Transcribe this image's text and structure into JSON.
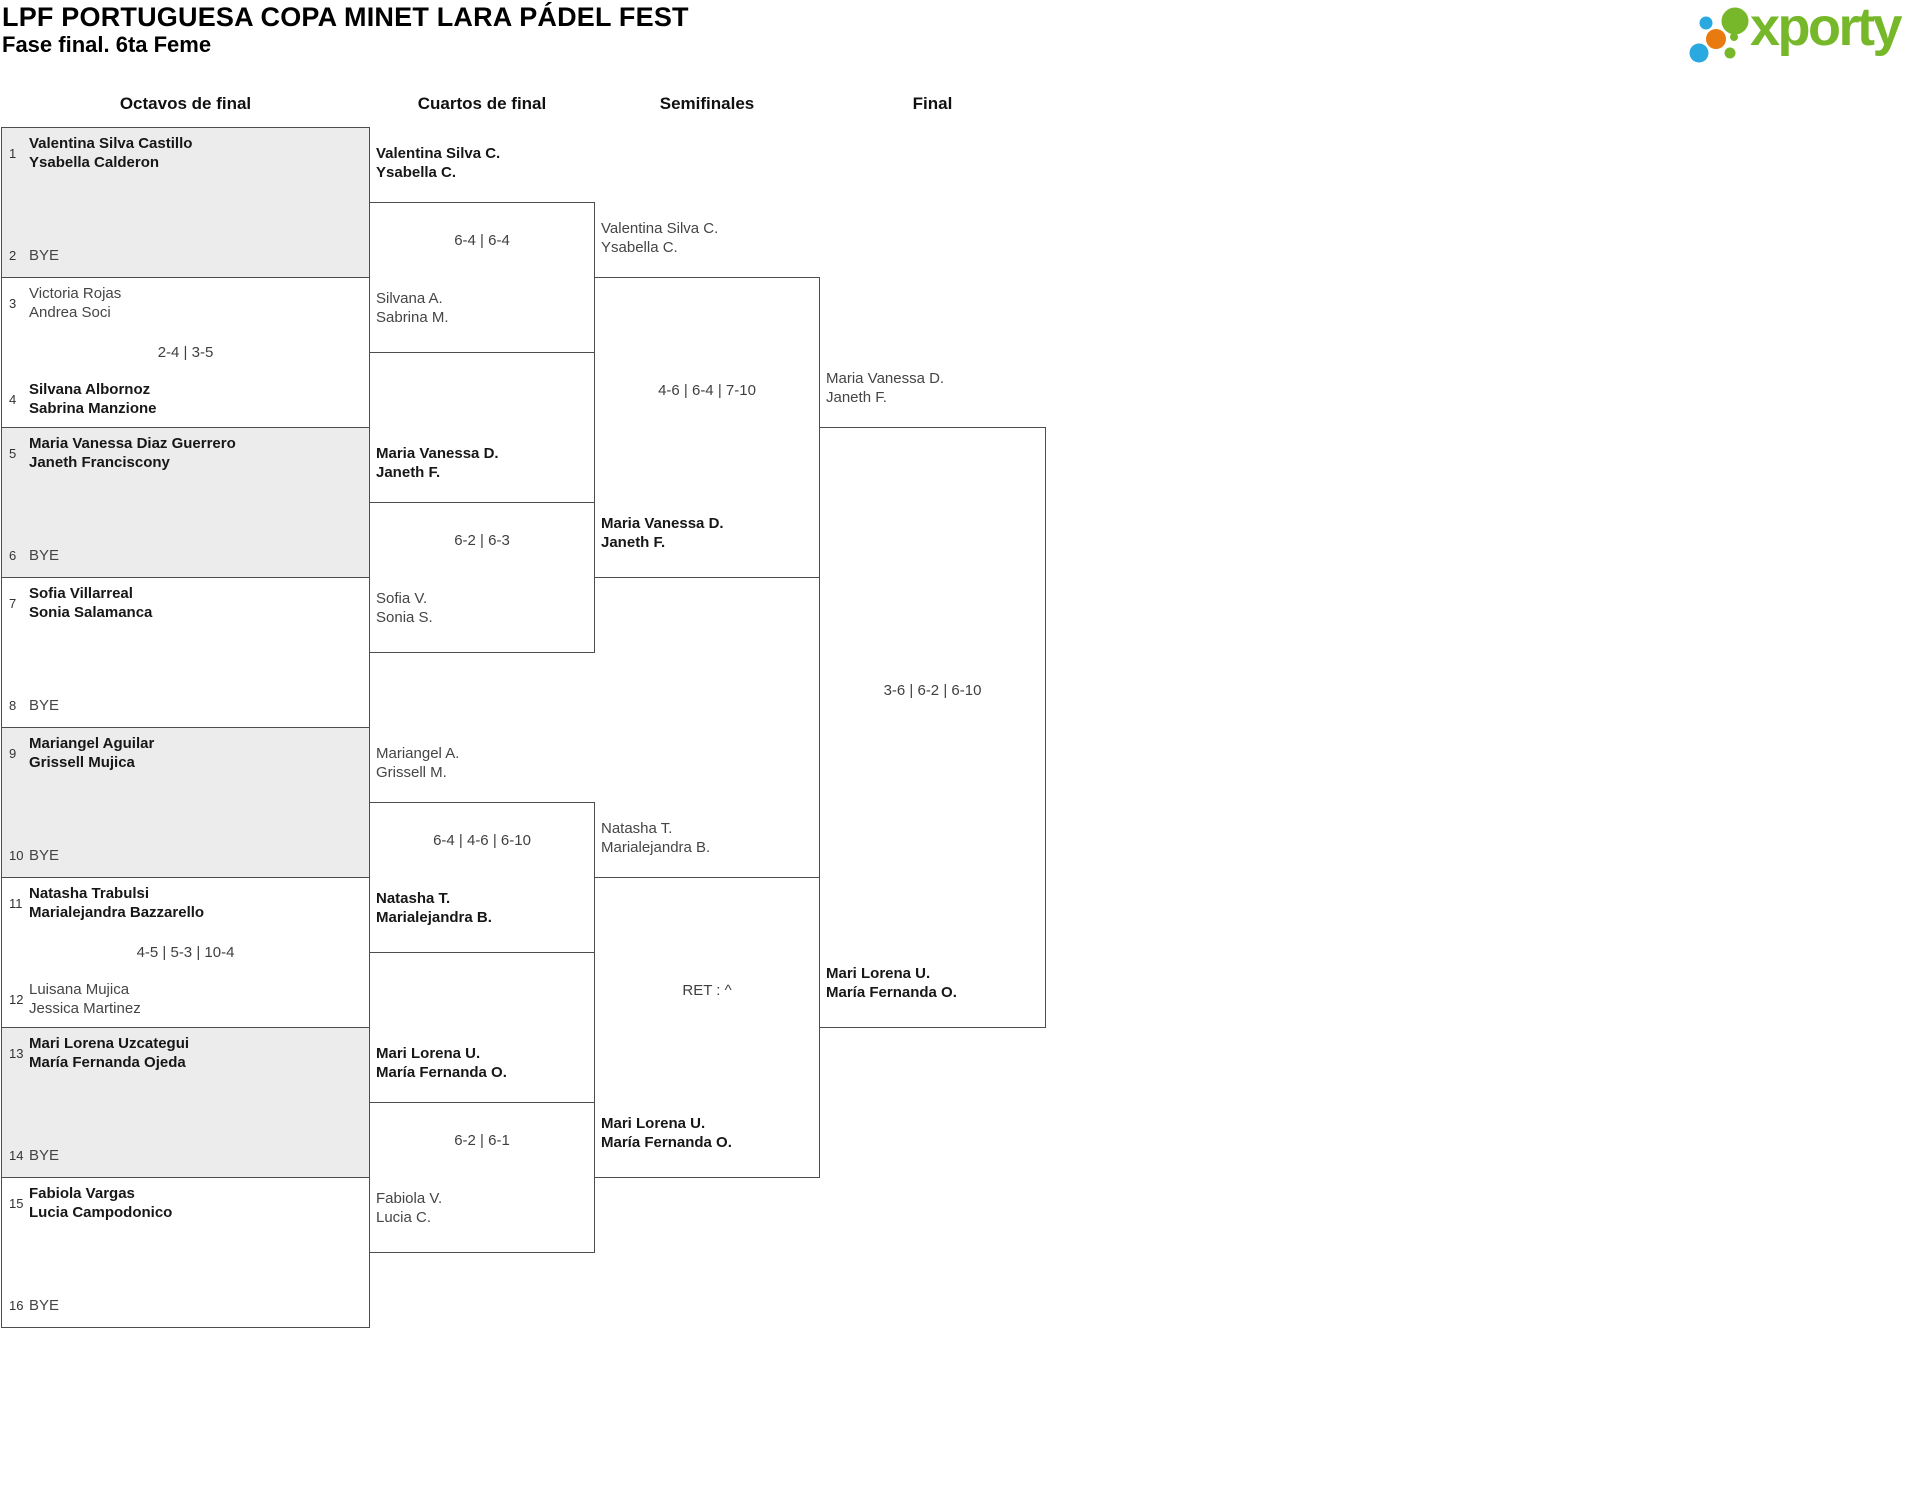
{
  "header": {
    "title": "LPF PORTUGUESA COPA MINET LARA PÁDEL FEST",
    "subtitle": "Fase final. 6ta Feme",
    "logo_text": "xporty"
  },
  "colors": {
    "logo_green": "#76b82a",
    "logo_blue": "#29a9e0",
    "logo_orange": "#e87a10",
    "block_shaded": "#ececec",
    "border": "#4d4d4d",
    "winner_text": "#171717",
    "loser_text": "#454545",
    "score_text": "#3f3f3f"
  },
  "columns": [
    "Octavos de final",
    "Cuartos de final",
    "Semifinales",
    "Final"
  ],
  "octavos": [
    {
      "shaded": true,
      "score": "",
      "entries": [
        {
          "seed": "1",
          "names": [
            "Valentina Silva Castillo",
            "Ysabella Calderon"
          ],
          "winner": true
        },
        {
          "seed": "2",
          "names": [
            "BYE"
          ],
          "winner": false
        }
      ]
    },
    {
      "shaded": false,
      "score": "2-4 | 3-5",
      "entries": [
        {
          "seed": "3",
          "names": [
            "Victoria Rojas",
            "Andrea Soci"
          ],
          "winner": false
        },
        {
          "seed": "4",
          "names": [
            "Silvana Albornoz",
            "Sabrina Manzione"
          ],
          "winner": true
        }
      ]
    },
    {
      "shaded": true,
      "score": "",
      "entries": [
        {
          "seed": "5",
          "names": [
            "Maria Vanessa Diaz Guerrero",
            "Janeth Franciscony"
          ],
          "winner": true
        },
        {
          "seed": "6",
          "names": [
            "BYE"
          ],
          "winner": false
        }
      ]
    },
    {
      "shaded": false,
      "score": "",
      "entries": [
        {
          "seed": "7",
          "names": [
            "Sofia Villarreal",
            "Sonia Salamanca"
          ],
          "winner": true
        },
        {
          "seed": "8",
          "names": [
            "BYE"
          ],
          "winner": false
        }
      ]
    },
    {
      "shaded": true,
      "score": "",
      "entries": [
        {
          "seed": "9",
          "names": [
            "Mariangel Aguilar",
            "Grissell Mujica"
          ],
          "winner": true
        },
        {
          "seed": "10",
          "names": [
            "BYE"
          ],
          "winner": false
        }
      ]
    },
    {
      "shaded": false,
      "score": "4-5 | 5-3 | 10-4",
      "entries": [
        {
          "seed": "11",
          "names": [
            "Natasha Trabulsi",
            "Marialejandra Bazzarello"
          ],
          "winner": true
        },
        {
          "seed": "12",
          "names": [
            "Luisana Mujica",
            "Jessica Martinez"
          ],
          "winner": false
        }
      ]
    },
    {
      "shaded": true,
      "score": "",
      "entries": [
        {
          "seed": "13",
          "names": [
            "Mari Lorena Uzcategui",
            "María Fernanda Ojeda"
          ],
          "winner": true
        },
        {
          "seed": "14",
          "names": [
            "BYE"
          ],
          "winner": false
        }
      ]
    },
    {
      "shaded": false,
      "score": "",
      "entries": [
        {
          "seed": "15",
          "names": [
            "Fabiola Vargas",
            "Lucia Campodonico"
          ],
          "winner": true
        },
        {
          "seed": "16",
          "names": [
            "BYE"
          ],
          "winner": false
        }
      ]
    }
  ],
  "cuartos": [
    {
      "score": "6-4 | 6-4",
      "top": {
        "names": [
          "Valentina Silva C.",
          "Ysabella C."
        ],
        "winner": true
      },
      "bottom": {
        "names": [
          "Silvana A.",
          "Sabrina M."
        ],
        "winner": false
      }
    },
    {
      "score": "6-2 | 6-3",
      "top": {
        "names": [
          "Maria Vanessa D.",
          "Janeth F."
        ],
        "winner": true
      },
      "bottom": {
        "names": [
          "Sofia V.",
          "Sonia S."
        ],
        "winner": false
      }
    },
    {
      "score": "6-4 | 4-6 | 6-10",
      "top": {
        "names": [
          "Mariangel A.",
          "Grissell M."
        ],
        "winner": false
      },
      "bottom": {
        "names": [
          "Natasha T.",
          "Marialejandra B."
        ],
        "winner": true
      }
    },
    {
      "score": "6-2 | 6-1",
      "top": {
        "names": [
          "Mari Lorena U.",
          "María Fernanda O."
        ],
        "winner": true
      },
      "bottom": {
        "names": [
          "Fabiola V.",
          "Lucia C."
        ],
        "winner": false
      }
    }
  ],
  "semifinales": [
    {
      "score": "4-6 | 6-4 | 7-10",
      "top": {
        "names": [
          "Valentina Silva C.",
          "Ysabella C."
        ],
        "winner": false
      },
      "bottom": {
        "names": [
          "Maria Vanessa D.",
          "Janeth F."
        ],
        "winner": true
      }
    },
    {
      "score": "RET : ^",
      "top": {
        "names": [
          "Natasha T.",
          "Marialejandra B."
        ],
        "winner": false
      },
      "bottom": {
        "names": [
          "Mari Lorena U.",
          "María Fernanda O."
        ],
        "winner": true
      }
    }
  ],
  "final": [
    {
      "score": "3-6 | 6-2 | 6-10",
      "top": {
        "names": [
          "Maria Vanessa D.",
          "Janeth F."
        ],
        "winner": false
      },
      "bottom": {
        "names": [
          "Mari Lorena U.",
          "María Fernanda O."
        ],
        "winner": true
      }
    }
  ]
}
